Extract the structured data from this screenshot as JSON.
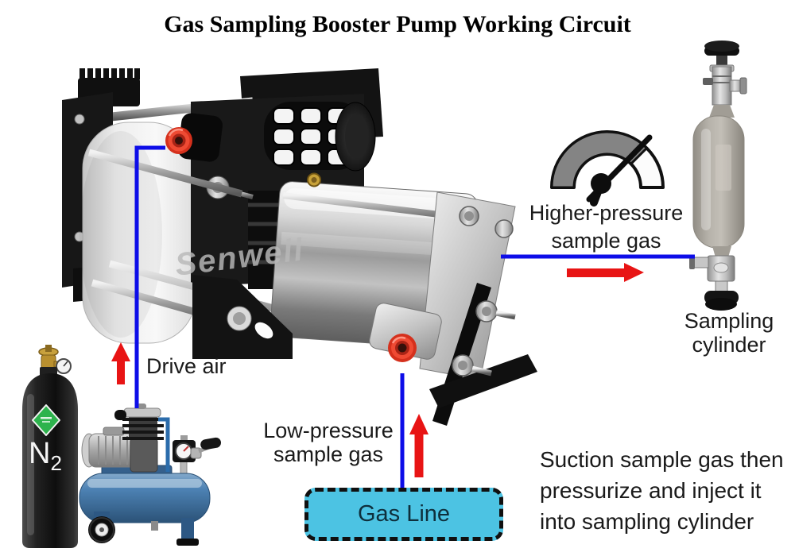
{
  "title": "Gas Sampling Booster Pump Working Circuit",
  "watermark": "Senwell",
  "labels": {
    "drive_air": "Drive air",
    "low_pressure_line1": "Low-pressure",
    "low_pressure_line2": "sample gas",
    "higher_pressure_line1": "Higher-pressure",
    "higher_pressure_line2": "sample gas",
    "sampling_cylinder_line1": "Sampling",
    "sampling_cylinder_line2": "cylinder",
    "gas_line": "Gas Line",
    "note_line1": "Suction sample gas then",
    "note_line2": "pressurize and inject it",
    "note_line3": "into sampling cylinder",
    "n2_letter": "N",
    "n2_subscript": "2"
  },
  "colors": {
    "background": "#ffffff",
    "line_blue": "#0d0de8",
    "arrow_red": "#e81414",
    "gas_line_box_fill": "#4cc3e3",
    "gas_line_box_border": "#101010",
    "gas_line_text": "#0e2f3c",
    "label_text": "#1a1a1a",
    "n2_diamond_green": "#2db34d",
    "compressor_tank_blue": "#4d82b4"
  }
}
